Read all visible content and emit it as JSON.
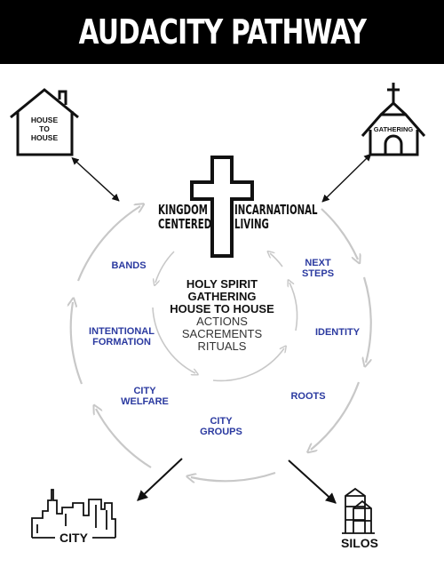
{
  "header": {
    "title": "AUDACITY PATHWAY"
  },
  "top_left": {
    "line1": "HOUSE",
    "line2": "TO",
    "line3": "HOUSE"
  },
  "top_right": {
    "label": "GATHERING"
  },
  "center_cross": {
    "left_line1": "KINGDOM",
    "left_line2": "CENTERED",
    "right_line1": "INCARNATIONAL",
    "right_line2": "LIVING"
  },
  "center": {
    "line1": "HOLY SPIRIT",
    "line2": "GATHERING",
    "line3": "HOUSE TO HOUSE",
    "line4": "ACTIONS",
    "line5": "SACREMENTS",
    "line6": "RITUALS"
  },
  "ring_labels": {
    "bands": "BANDS",
    "next_steps_1": "NEXT",
    "next_steps_2": "STEPS",
    "intentional_1": "INTENTIONAL",
    "intentional_2": "FORMATION",
    "identity": "IDENTITY",
    "city_welfare_1": "CITY",
    "city_welfare_2": "WELFARE",
    "roots": "ROOTS",
    "city_groups_1": "CITY",
    "city_groups_2": "GROUPS"
  },
  "bottom_left": {
    "label": "CITY"
  },
  "bottom_right": {
    "label": "SILOS"
  },
  "colors": {
    "accent_blue": "#2b3aa0",
    "ring_gray": "#c8c8c8",
    "header_bg": "#000000"
  }
}
